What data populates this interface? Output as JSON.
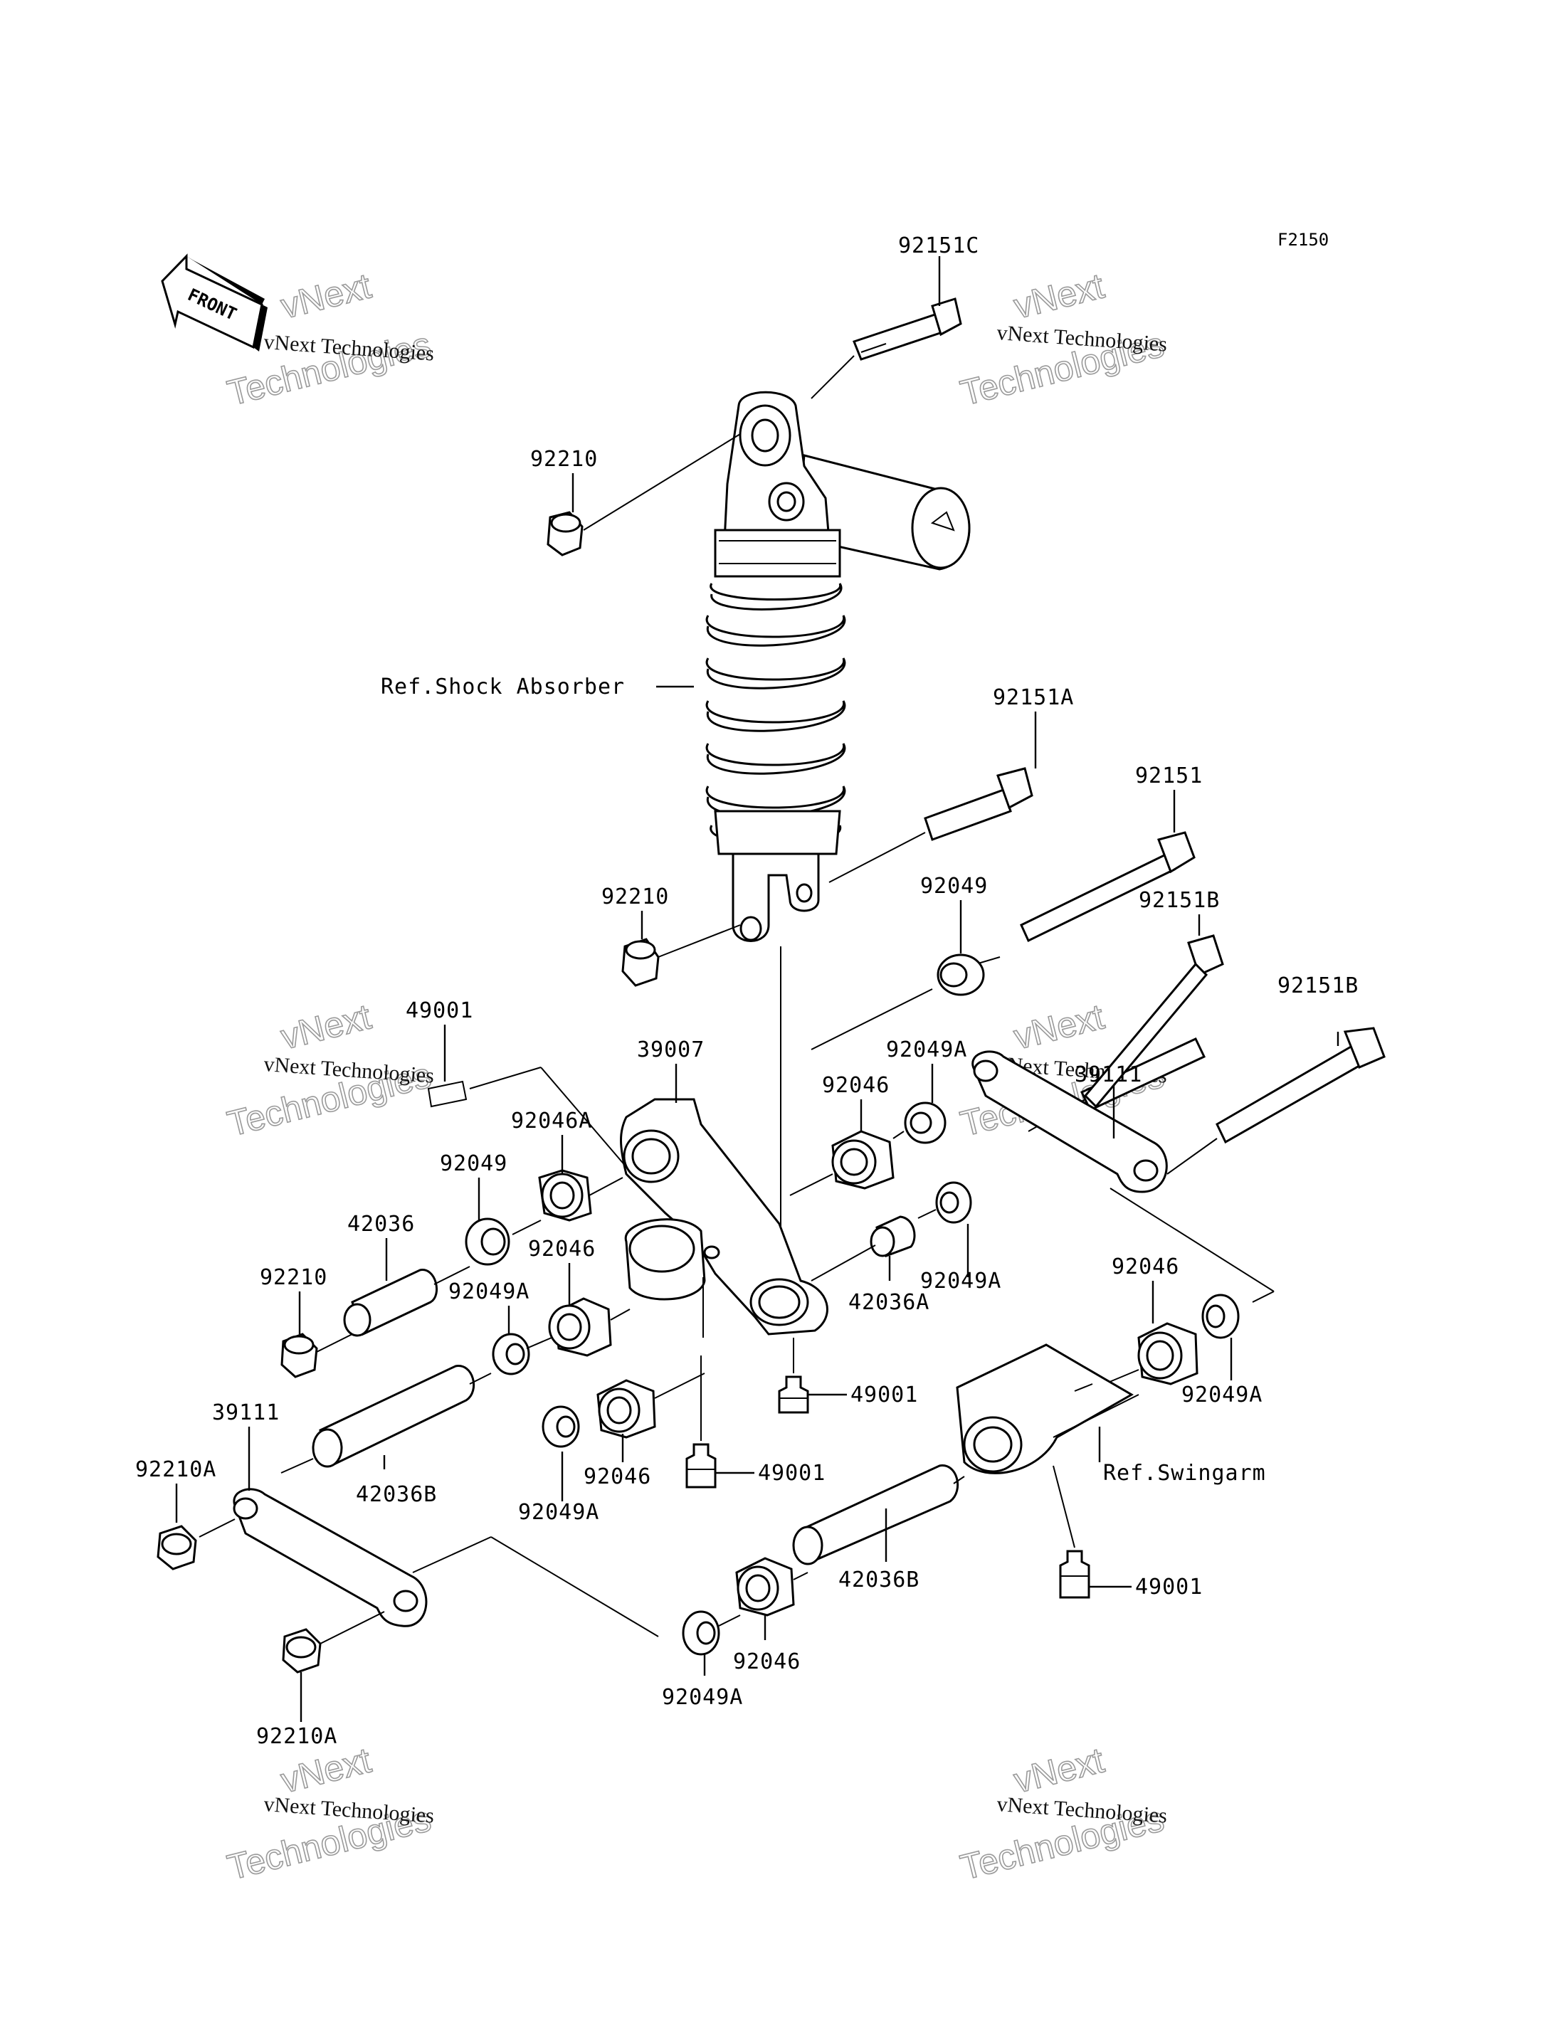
{
  "figure_code": "F2150",
  "front_label": "FRONT",
  "watermark": {
    "line1": "vNext",
    "line2": "Technologies",
    "caption": "vNext Technologies"
  },
  "references": {
    "shock": "Ref.Shock Absorber",
    "swingarm": "Ref.Swingarm"
  },
  "part_labels": {
    "p92151C": "92151C",
    "p92210_top": "92210",
    "p92151A": "92151A",
    "p92151": "92151",
    "p92210_mid": "92210",
    "p92049_r": "92049",
    "p92151B_1": "92151B",
    "p92151B_2": "92151B",
    "p49001_top": "49001",
    "p39007": "39007",
    "p92049A_r1": "92049A",
    "p92046_r1": "92046",
    "p39111_r": "39111",
    "p92046A": "92046A",
    "p92049_l": "92049",
    "p42036": "42036",
    "p92210_l": "92210",
    "p92046_c": "92046",
    "p92049A_l": "92049A",
    "p92049A_r2": "92049A",
    "p42036A": "42036A",
    "p92046_r2": "92046",
    "p92049A_r3": "92049A",
    "p49001_c": "49001",
    "p39111_l": "39111",
    "p92210A_1": "92210A",
    "p42036B_l": "42036B",
    "p92049A_c": "92049A",
    "p92046_c2": "92046",
    "p49001_c2": "49001",
    "p42036B_r": "42036B",
    "p49001_r": "49001",
    "p92046_b": "92046",
    "p92049A_b": "92049A",
    "p92210A_2": "92210A"
  }
}
